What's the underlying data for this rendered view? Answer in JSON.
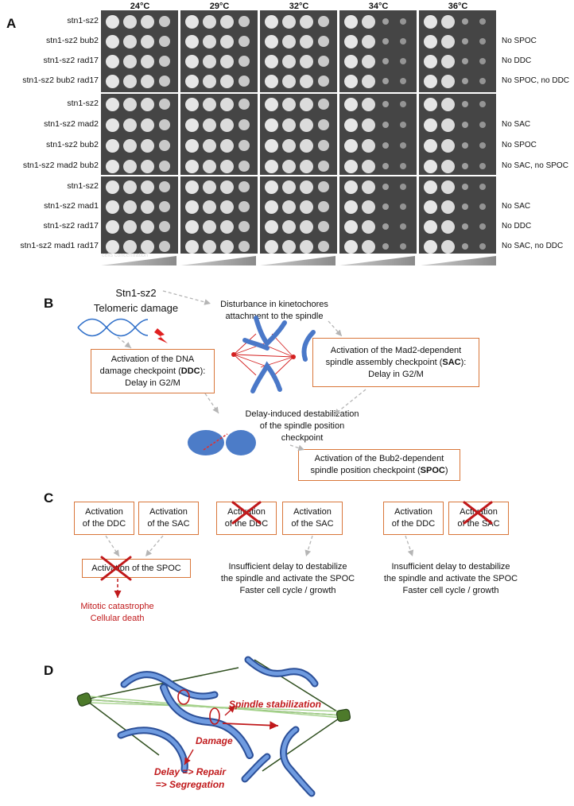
{
  "panels": {
    "a": "A",
    "b": "B",
    "c": "C",
    "d": "D"
  },
  "panel_a": {
    "temperatures": [
      "24°C",
      "29°C",
      "32°C",
      "34°C",
      "36°C"
    ],
    "cells_concentration": "cells concentration",
    "groups": [
      {
        "rows": [
          {
            "strain": "stn1-sz2",
            "phenotype": ""
          },
          {
            "strain": "stn1-sz2 bub2",
            "phenotype": "No SPOC"
          },
          {
            "strain": "stn1-sz2 rad17",
            "phenotype": "No DDC"
          },
          {
            "strain": "stn1-sz2 bub2 rad17",
            "phenotype": "No SPOC, no DDC"
          }
        ]
      },
      {
        "rows": [
          {
            "strain": "stn1-sz2",
            "phenotype": ""
          },
          {
            "strain": "stn1-sz2 mad2",
            "phenotype": "No SAC"
          },
          {
            "strain": "stn1-sz2 bub2",
            "phenotype": "No SPOC"
          },
          {
            "strain": "stn1-sz2 mad2 bub2",
            "phenotype": "No SAC, no SPOC"
          }
        ]
      },
      {
        "rows": [
          {
            "strain": "stn1-sz2",
            "phenotype": ""
          },
          {
            "strain": "stn1-sz2 mad1",
            "phenotype": "No SAC"
          },
          {
            "strain": "stn1-sz2 rad17",
            "phenotype": "No DDC"
          },
          {
            "strain": "stn1-sz2 mad1 rad17",
            "phenotype": "No SAC, no DDC"
          }
        ]
      }
    ]
  },
  "panel_b": {
    "title_line1": "Stn1-sz2",
    "title_line2": "Telomeric damage",
    "disturbance_line1": "Disturbance in kinetochores",
    "disturbance_line2": "attachment to the spindle",
    "ddc_line1": "Activation of the DNA",
    "ddc_line2_pre": "damage checkpoint (",
    "ddc_abbr": "DDC",
    "ddc_line2_post": "):",
    "ddc_line3": "Delay in G2/M",
    "sac_line1": "Activation of the Mad2-dependent",
    "sac_line2_pre": "spindle assembly checkpoint (",
    "sac_abbr": "SAC",
    "sac_line2_post": "):",
    "sac_line3": "Delay in G2/M",
    "destab_line1": "Delay-induced destabilization",
    "destab_line2": "of the spindle position",
    "destab_line3": "checkpoint",
    "spoc_line1": "Activation of the Bub2-dependent",
    "spoc_line2_pre": "spindle position checkpoint (",
    "spoc_abbr": "SPOC",
    "spoc_line2_post": ")"
  },
  "panel_c": {
    "act_line1": "Activation",
    "ddc_line2": "of the DDC",
    "sac_line2": "of the SAC",
    "spoc_box": "Activation of the SPOC",
    "outcome1_line1": "Mitotic catastrophe",
    "outcome1_line2": "Cellular death",
    "outcome_line1": "Insufficient delay to destabilize",
    "outcome_line2": "the spindle and activate the SPOC",
    "outcome_line3": "Faster cell cycle / growth"
  },
  "panel_d": {
    "spindle": "Spindle stabilization",
    "damage": "Damage",
    "delay_line1": "Delay => Repair",
    "delay_line2": "=> Segregation"
  },
  "colors": {
    "orange_box": "#d9763a",
    "red_text": "#c0191b",
    "chromosome_blue": "#4472c4",
    "plate_bg": "#454545"
  }
}
